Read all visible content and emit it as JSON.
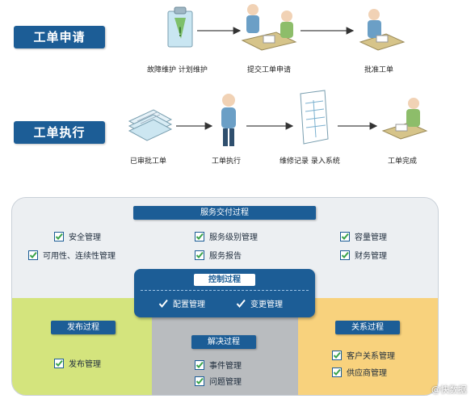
{
  "top": {
    "row1": {
      "label": "工单申请",
      "steps": [
        "故障维护  计划维护",
        "提交工单申请",
        "批准工单"
      ]
    },
    "row2": {
      "label": "工单执行",
      "steps": [
        "已审批工单",
        "工单执行",
        "维修记录  录入系统",
        "工单完成"
      ]
    }
  },
  "diagram": {
    "service_delivery": {
      "title": "服务交付过程",
      "items": [
        "安全管理",
        "可用性、连续性管理",
        "服务级别管理",
        "服务报告",
        "容量管理",
        "财务管理"
      ]
    },
    "control": {
      "title": "控制过程",
      "items": [
        "配置管理",
        "变更管理"
      ]
    },
    "release": {
      "title": "发布过程",
      "items": [
        "发布管理"
      ]
    },
    "resolution": {
      "title": "解决过程",
      "items": [
        "事件管理",
        "问题管理"
      ]
    },
    "relationship": {
      "title": "关系过程",
      "items": [
        "客户关系管理",
        "供应商管理"
      ]
    }
  },
  "watermark": "@快数据",
  "colors": {
    "accent_blue": "#1c5d96",
    "release_green": "#d4e47d",
    "resolution_gray": "#b9bcbf",
    "relationship_orange": "#f8d27d",
    "check_green": "#3aa34a"
  },
  "icons": [
    "clipboard-alert-icon",
    "people-desk-icon",
    "signing-person-icon",
    "documents-stack-icon",
    "person-icon",
    "record-sheet-icon"
  ]
}
